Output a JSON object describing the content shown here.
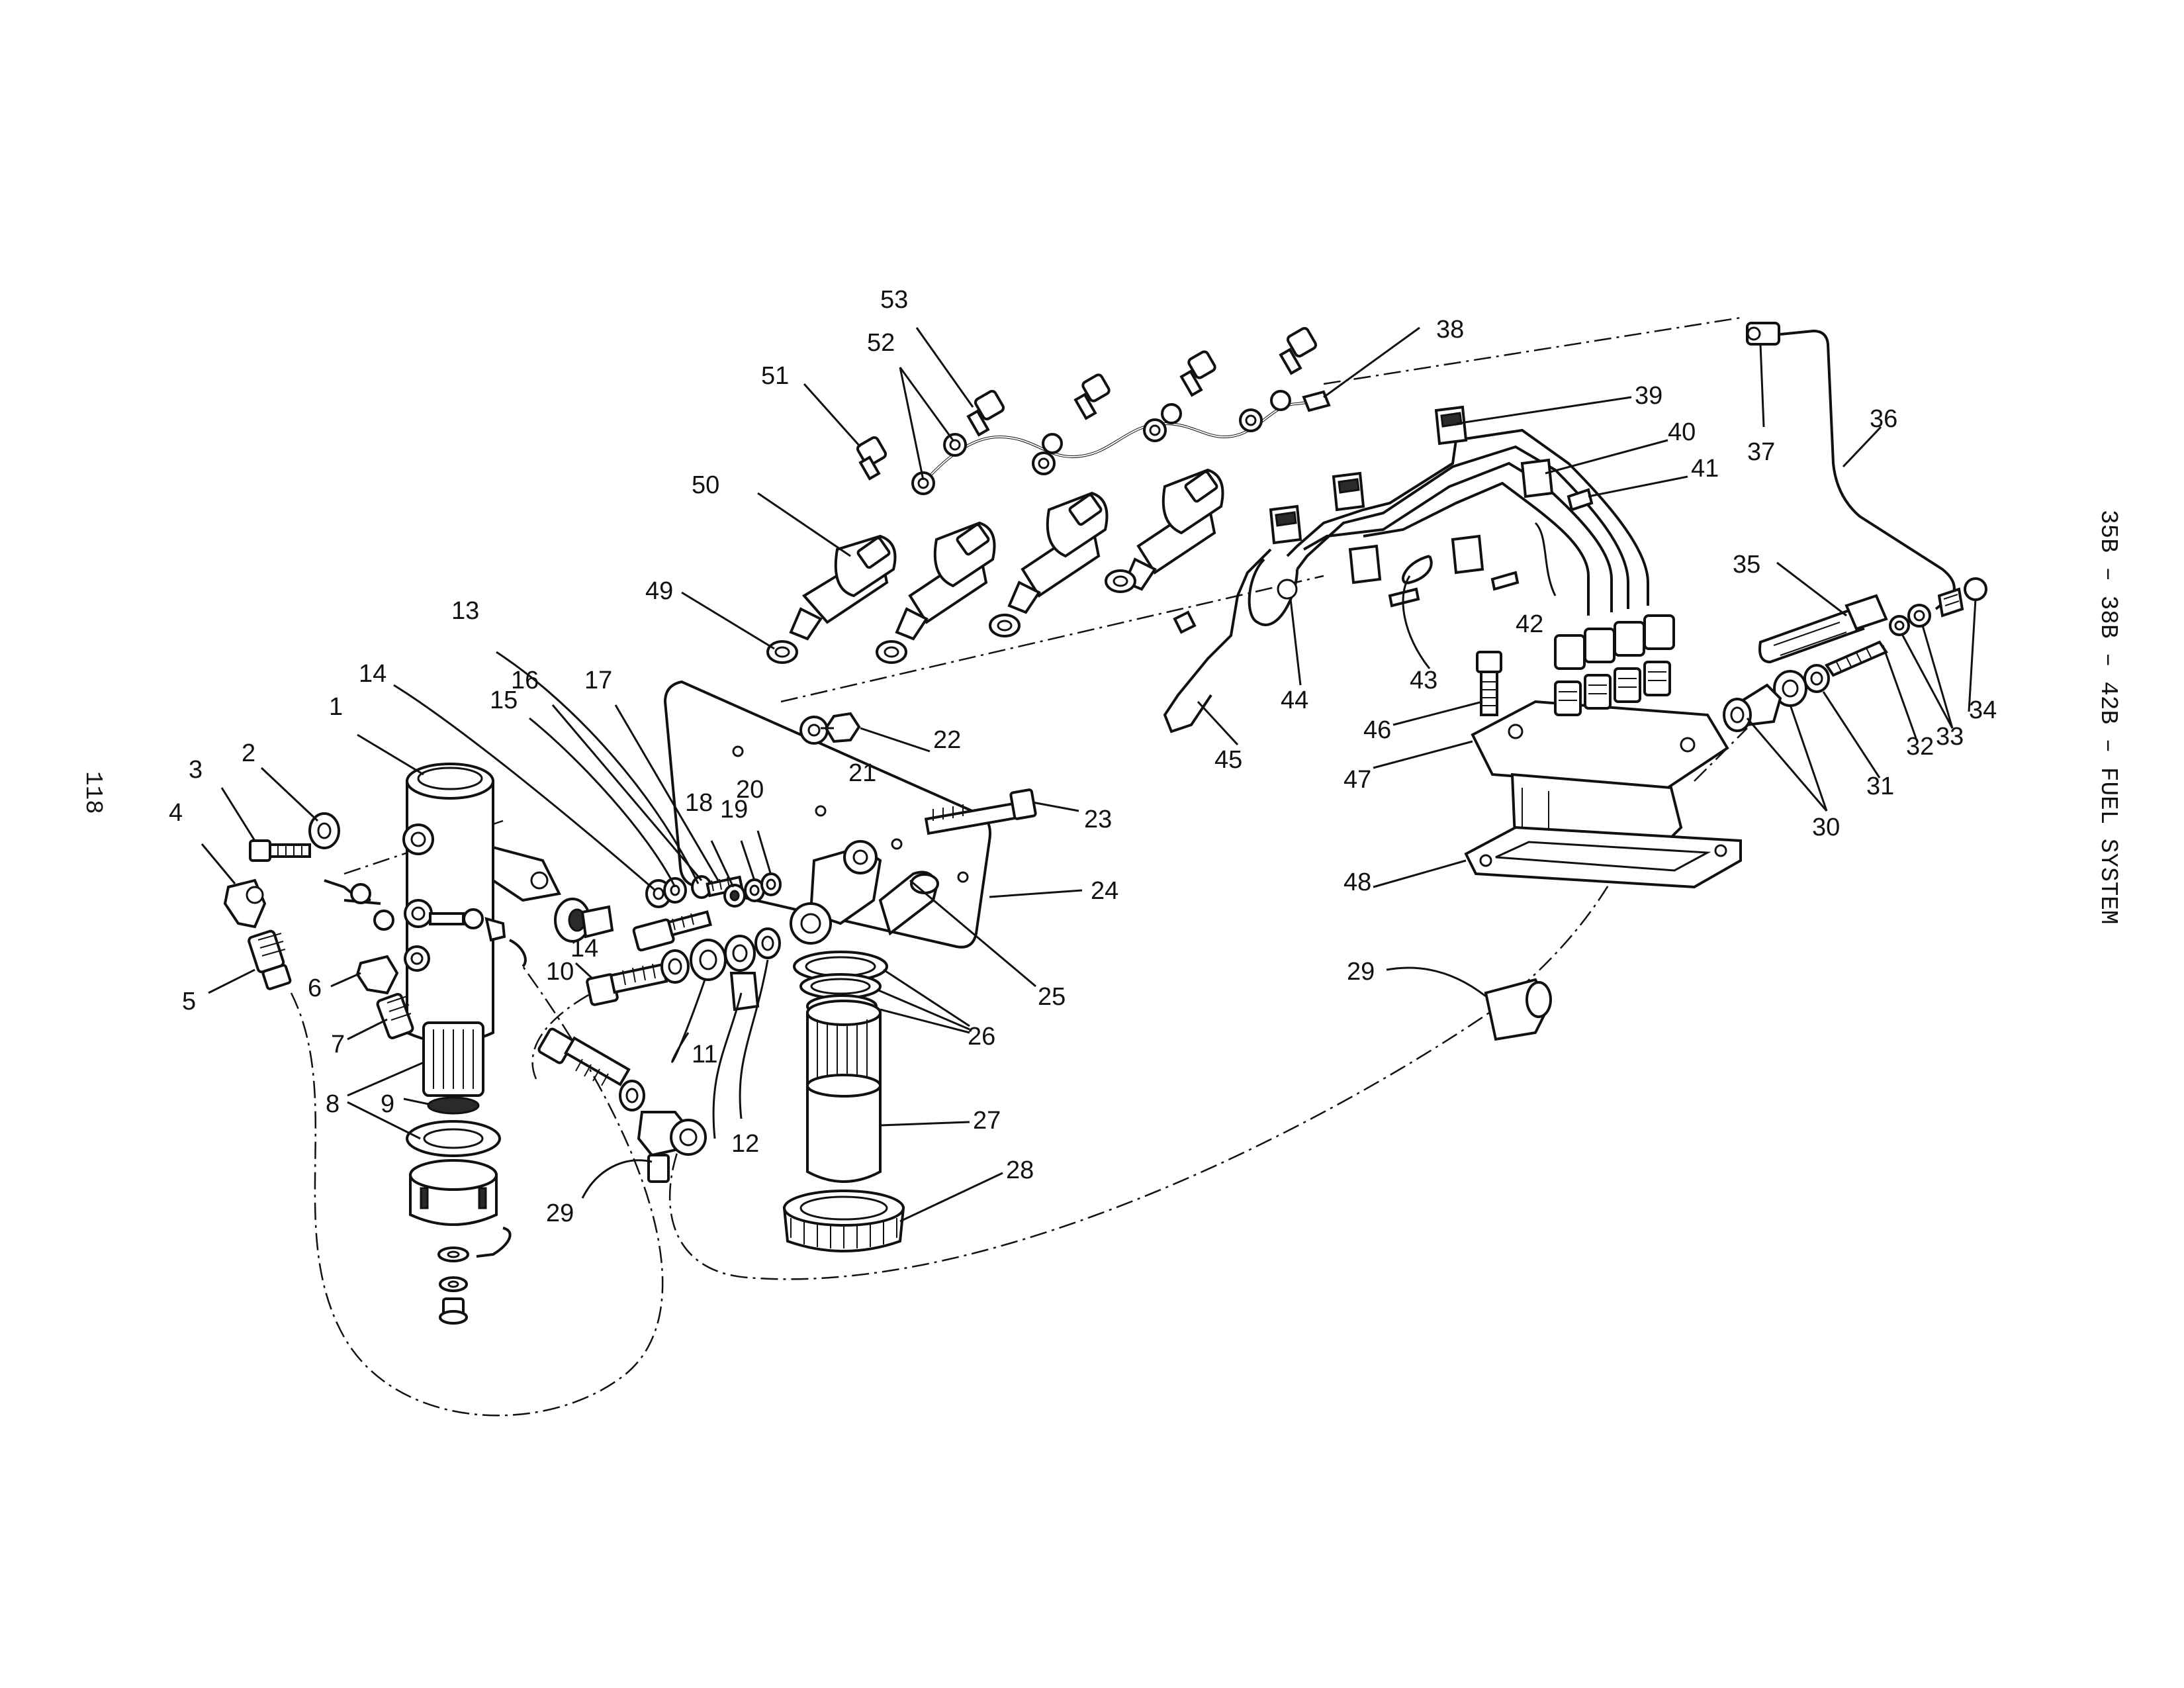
{
  "page_number": "118",
  "side_title": "35B – 38B – 42B – FUEL SYSTEM",
  "callouts": [
    {
      "label": "1"
    },
    {
      "label": "2"
    },
    {
      "label": "3"
    },
    {
      "label": "4"
    },
    {
      "label": "5"
    },
    {
      "label": "6"
    },
    {
      "label": "7"
    },
    {
      "label": "8"
    },
    {
      "label": "9"
    },
    {
      "label": "10"
    },
    {
      "label": "11"
    },
    {
      "label": "12"
    },
    {
      "label": "13"
    },
    {
      "label": "14"
    },
    {
      "label": "14"
    },
    {
      "label": "15"
    },
    {
      "label": "16"
    },
    {
      "label": "17"
    },
    {
      "label": "18"
    },
    {
      "label": "19"
    },
    {
      "label": "20"
    },
    {
      "label": "21"
    },
    {
      "label": "22"
    },
    {
      "label": "23"
    },
    {
      "label": "24"
    },
    {
      "label": "25"
    },
    {
      "label": "26"
    },
    {
      "label": "27"
    },
    {
      "label": "28"
    },
    {
      "label": "29"
    },
    {
      "label": "29"
    },
    {
      "label": "30"
    },
    {
      "label": "31"
    },
    {
      "label": "32"
    },
    {
      "label": "33"
    },
    {
      "label": "34"
    },
    {
      "label": "35"
    },
    {
      "label": "36"
    },
    {
      "label": "37"
    },
    {
      "label": "38"
    },
    {
      "label": "39"
    },
    {
      "label": "40"
    },
    {
      "label": "41"
    },
    {
      "label": "42"
    },
    {
      "label": "43"
    },
    {
      "label": "44"
    },
    {
      "label": "45"
    },
    {
      "label": "46"
    },
    {
      "label": "47"
    },
    {
      "label": "48"
    },
    {
      "label": "49"
    },
    {
      "label": "50"
    },
    {
      "label": "51"
    },
    {
      "label": "52"
    },
    {
      "label": "53"
    }
  ]
}
